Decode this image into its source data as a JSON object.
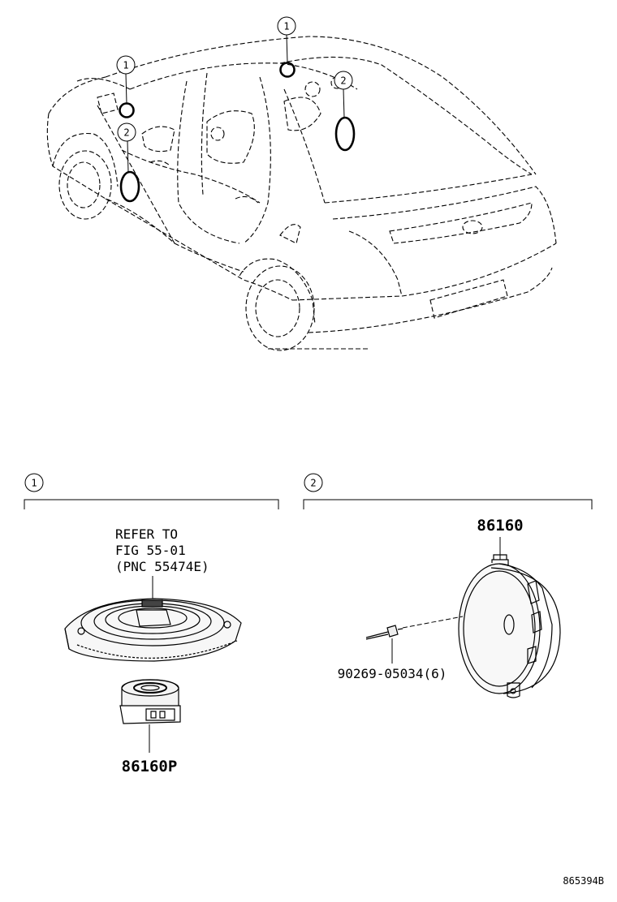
{
  "callouts": {
    "one": "1",
    "two": "2"
  },
  "section_1": {
    "callout": "1",
    "note_line1": "REFER TO",
    "note_line2": "FIG 55-01",
    "note_line3": "(PNC 55474E)",
    "part_number": "86160P"
  },
  "section_2": {
    "callout": "2",
    "part_number_speaker": "86160",
    "part_number_rivet": "90269-05034(6)"
  },
  "figure_id": "865394B"
}
